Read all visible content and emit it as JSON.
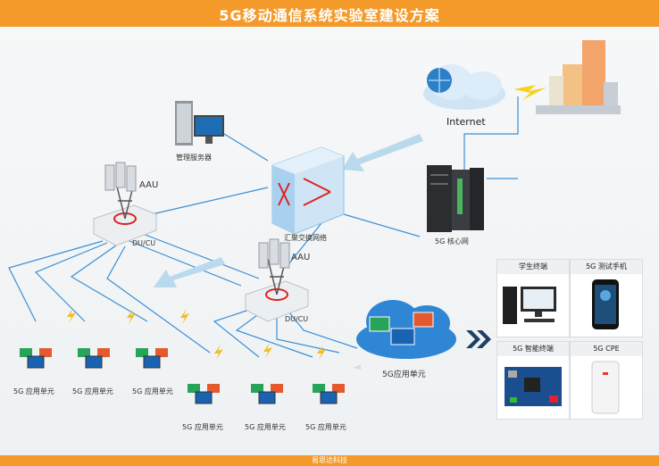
{
  "title": "5G移动通信系统实验室建设方案",
  "footer": "易思达科技",
  "nodes": {
    "internet": "Internet",
    "server": "管理服务器",
    "switch": "汇聚交换网络",
    "core": "5G 核心网",
    "aau_label": "AAU",
    "du_label": "DU/CU",
    "app_unit": "5G应用单元",
    "unit_label": "5G 应用单元"
  },
  "panel": {
    "items": [
      {
        "label": "学生终端",
        "icon": "desktop-computer-icon"
      },
      {
        "label": "5G 测试手机",
        "icon": "smartphone-icon"
      },
      {
        "label": "5G 智能终端",
        "icon": "circuit-board-icon"
      },
      {
        "label": "5G CPE",
        "icon": "cpe-router-icon"
      }
    ]
  },
  "colors": {
    "accent": "#f39a2b",
    "link": "#3b8fd4",
    "arrow": "#b9d9ec"
  }
}
